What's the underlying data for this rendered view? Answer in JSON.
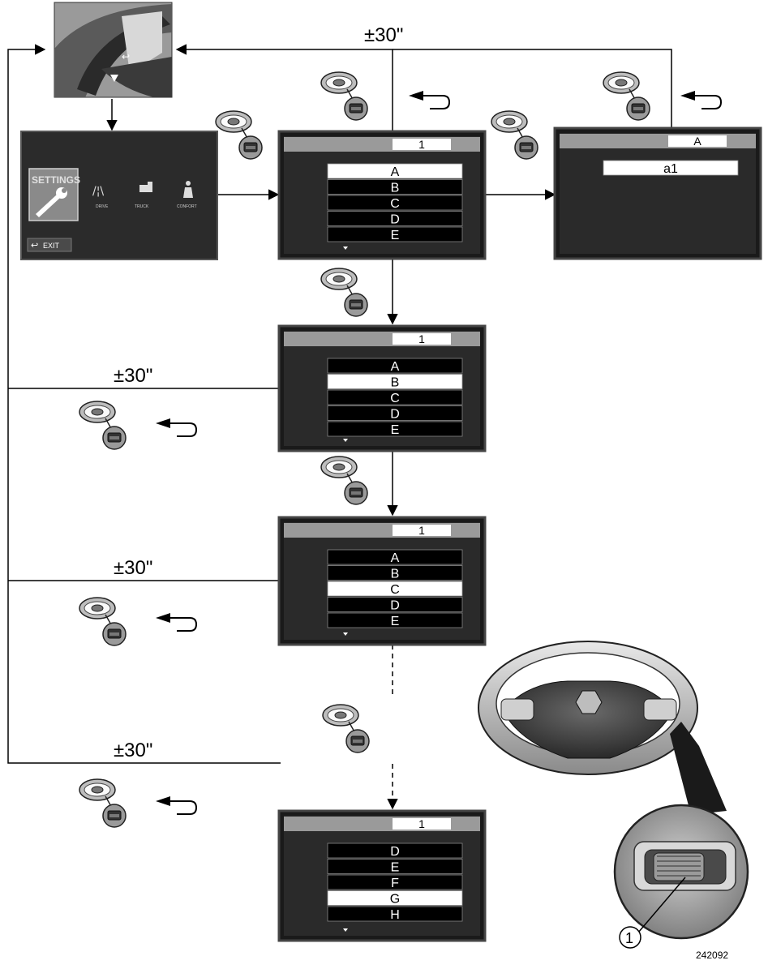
{
  "timeout_label": "±30\"",
  "settings_menu": {
    "title": "SETTINGS",
    "items": [
      "DRIVE",
      "TRUCK",
      "CONFORT"
    ],
    "exit": "EXIT"
  },
  "screens": {
    "main": {
      "header": "1",
      "rows": [
        "A",
        "B",
        "C",
        "D",
        "E"
      ],
      "selected": 0
    },
    "sub": {
      "header": "A",
      "rows": [
        "a1"
      ],
      "selected": 0
    },
    "s2": {
      "header": "1",
      "rows": [
        "A",
        "B",
        "C",
        "D",
        "E"
      ],
      "selected": 1
    },
    "s3": {
      "header": "1",
      "rows": [
        "A",
        "B",
        "C",
        "D",
        "E"
      ],
      "selected": 2
    },
    "s4": {
      "header": "1",
      "rows": [
        "D",
        "E",
        "F",
        "G",
        "H"
      ],
      "selected": 3
    }
  },
  "callout": "1",
  "figure_id": "242092",
  "colors": {
    "screen_bg": "#2a2a2a",
    "header_bar": "#9a9a9a",
    "row_black": "#000000",
    "row_selected": "#ffffff"
  },
  "icons": [
    "steering-wheel-button-icon",
    "return-arrow-icon",
    "down-arrow-icon",
    "wrench-icon"
  ]
}
